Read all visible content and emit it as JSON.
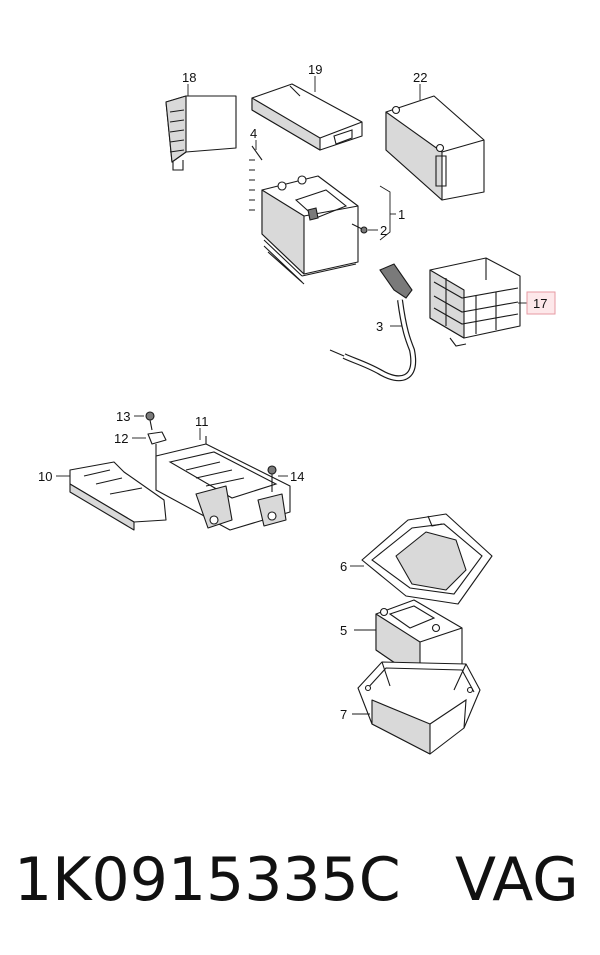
{
  "callouts": {
    "c1": "1",
    "c2": "2",
    "c3": "3",
    "c4": "4",
    "c5": "5",
    "c6": "6",
    "c7": "7",
    "c10": "10",
    "c11": "11",
    "c12": "12",
    "c13": "13",
    "c14": "14",
    "c17": "17",
    "c18": "18",
    "c19": "19",
    "c22": "22"
  },
  "highlighted_callout": "17",
  "colors": {
    "highlight_fill": "#fde8ea",
    "highlight_border": "#e69aa3"
  },
  "footer": {
    "part_number": "1K0915335C",
    "brand": "VAG"
  }
}
